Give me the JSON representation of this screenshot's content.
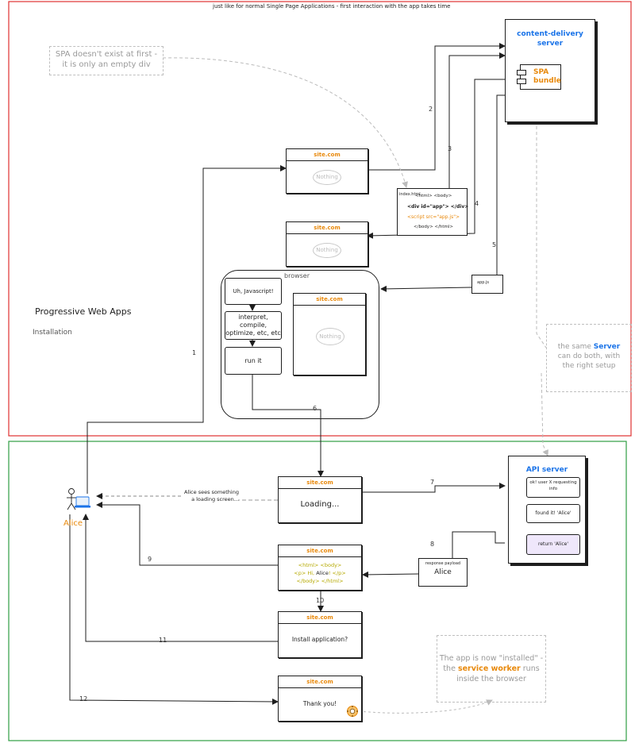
{
  "top_caption": "just like for normal Single Page Applications - first interaction with the app takes time",
  "spa_note": [
    "SPA doesn't exist at first -",
    "it is only an empty div"
  ],
  "cdn": {
    "title_line1": "content-delivery",
    "title_line2": "server",
    "bundle_line1": "SPA",
    "bundle_line2": "bundle"
  },
  "site_label": "site.com",
  "nothing_label": "Nothing",
  "index_doc": {
    "filename": "index.html",
    "line1": "<html> <body>",
    "line2": "<div id=\"app\"> </div>",
    "line3": "<script src=\"app.js\">",
    "line4": "</body> </html>"
  },
  "appjs_label": "app.js",
  "browser_label": "browser",
  "steps_box": {
    "uh": "Uh, Javascript!",
    "interpret": "interpret, compile, optimize, etc, etc",
    "run": "run it"
  },
  "section_title": "Progressive Web Apps",
  "section_subtitle": "Installation",
  "same_server_note": {
    "before": "the same ",
    "highlight": "Server",
    "after": " can do both, with the right setup"
  },
  "api_server": {
    "title": "API server",
    "step1": "ok! user X requesting info",
    "step2": "found it! 'Alice'",
    "step3": "return 'Alice'"
  },
  "alice_label": "Alice",
  "loading_note": [
    "Alice sees something",
    "a loading screen..."
  ],
  "loading_label": "Loading...",
  "response_doc": {
    "caption": "response payload",
    "value": "Alice"
  },
  "html_result": {
    "line1": "<html> <body>",
    "line2_pre": "<p> Hi, ",
    "line2_name": "Alice",
    "line2_post": "! </p>",
    "line3": "</body> </html>"
  },
  "install_prompt": "Install application?",
  "thank_you": "Thank you!",
  "installed_note": {
    "l1": "The app is now \"installed\" -",
    "l2_pre": "the ",
    "l2_hl": "service worker",
    "l2_post": " runs",
    "l3": "inside the browser"
  },
  "step_numbers": {
    "n1": "1",
    "n2": "2",
    "n3": "3",
    "n4": "4",
    "n5": "5",
    "n6": "6",
    "n7": "7",
    "n8": "8",
    "n9": "9",
    "n10": "10",
    "n11": "11",
    "n12": "12"
  },
  "colors": {
    "red_frame": "#e03131",
    "green_frame": "#2f9e44",
    "orange": "#e8890c",
    "blue": "#1a73e8",
    "gray_dashed": "#bfbfbf"
  }
}
